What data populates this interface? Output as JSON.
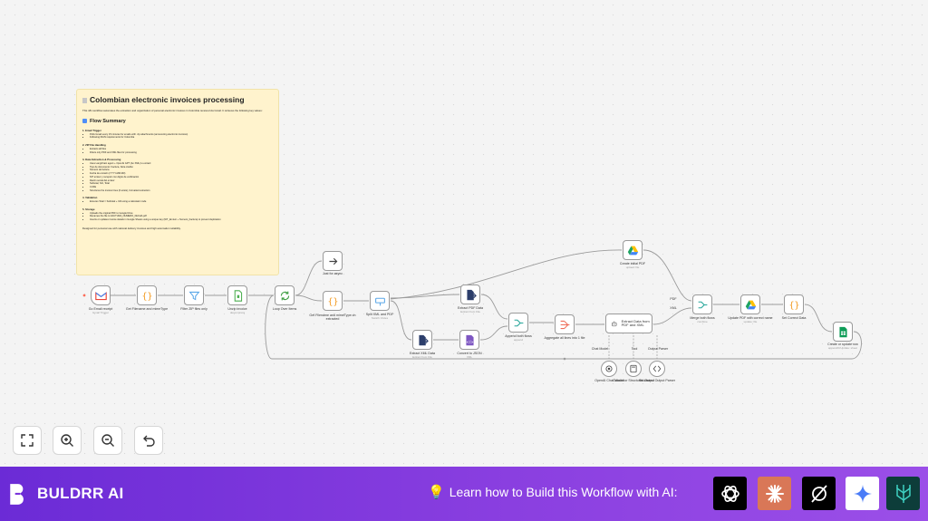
{
  "note": {
    "title": "Colombian electronic invoices processing",
    "intro": "This n8n workflow automates the extraction and organization of personal electronic invoices in Colombia received via Gmail. It retrieves the following key values:",
    "summary_heading": "Flow Summary",
    "sections": [
      {
        "heading": "1. Email Trigger",
        "items": [
          "Polls Gmail every 15 minutes for emails with .zip attachments (announcing electronic invoices)",
          "Following DIAN requirements for Colombia"
        ]
      },
      {
        "heading": "2. ZIP File Handling",
        "items": [
          "Extracts all files",
          "Filters only PDF and XML files for processing"
        ]
      },
      {
        "heading": "3. Data Extraction & Processing",
        "items": [
          "Uses LangChain agent + OpenAI GPT (An XML) to extract:",
          "Tipo de documento: Factura, Nota crédito",
          "Número de factura",
          "Fecha de emisión (YYYY-MM-DD)",
          "NIT emisor y receptor con dígito de verificación",
          "Razón social del emisor",
          "Subtotal, IVA, Total",
          "CUFE",
          "Structures the invoice lines (if exists), formatted extraction"
        ]
      },
      {
        "heading": "4. Validation",
        "items": [
          "Ensures Total = Subtotal + IVA using a calculator node"
        ]
      },
      {
        "heading": "5. Storage",
        "items": [
          "Uploads the original PDF to Google Drive",
          "Renames the file to FACTURA_NUMERO_FECHA.pdf",
          "Inserts or updates invoice details in Google Sheets using a unique key (NIT_Emisor + Numero_Factura) to prevent duplication"
        ]
      }
    ],
    "footer": "Designed for personal use with national delivery invoices and high automation reliability."
  },
  "nodes": {
    "gmail": {
      "label": "Go Email receipt",
      "sub": "Gmail Trigger"
    },
    "get_filename": {
      "label": "Get Filename and mimeType",
      "sub": ""
    },
    "filter_zip": {
      "label": "Filter ZIP files only",
      "sub": ""
    },
    "unzip": {
      "label": "Unzip invoice",
      "sub": "decompress"
    },
    "loop": {
      "label": "Loop Over Items",
      "sub": ""
    },
    "wait": {
      "label": "Just for async",
      "sub": ""
    },
    "get_filename2": {
      "label": "Get Filename and mimeType on extracted",
      "sub": ""
    },
    "split": {
      "label": "Split XML and PDF",
      "sub": "Switch: Rules"
    },
    "extract_pdf": {
      "label": "Extract PDF Data",
      "sub": "Extract from File"
    },
    "extract_xml": {
      "label": "Extract XML Data",
      "sub": "Extract from File"
    },
    "convert_json": {
      "label": "Convert to JSON",
      "sub": "XML"
    },
    "append": {
      "label": "Append both flows",
      "sub": "append"
    },
    "aggregate": {
      "label": "Aggregate all lines into 1 file",
      "sub": ""
    },
    "agent": {
      "label": "Extract Data from PDF and XML",
      "sub": ""
    },
    "openai": {
      "label": "OpenAI Chat Model",
      "sub": ""
    },
    "calculator": {
      "label": "Calculator Structured Output",
      "sub": ""
    },
    "parser": {
      "label": "Structured Output Parser",
      "sub": ""
    },
    "create_pdf": {
      "label": "Create initial PDF",
      "sub": "upload: file"
    },
    "merge": {
      "label": "Merge both flows",
      "sub": "combine"
    },
    "update_pdf": {
      "label": "Update PDF with correct name",
      "sub": "update: file"
    },
    "set_data": {
      "label": "Set Correct Data",
      "sub": ""
    },
    "sheets": {
      "label": "Create or update row",
      "sub": "appendOrUpdate: sheet"
    }
  },
  "port_labels": {
    "chat_model": "Chat Model",
    "tool": "Tool",
    "output_parser": "Output Parser",
    "pdf": "PDF",
    "xml": "XML"
  },
  "controls": [
    "fit-view",
    "zoom-in",
    "zoom-out",
    "undo"
  ],
  "banner": {
    "brand": "BULDRR AI",
    "cta": "Learn how to Build this Workflow with AI:",
    "tools": [
      {
        "name": "chatgpt",
        "color": "#000000"
      },
      {
        "name": "claude",
        "color": "#d97757"
      },
      {
        "name": "perplexity",
        "color": "#000000"
      },
      {
        "name": "gemini",
        "color": "#ffffff"
      },
      {
        "name": "perplexity-alt",
        "color": "#0d3d3a"
      }
    ]
  },
  "colors": {
    "banner_start": "#6b2bd6",
    "banner_end": "#9b4fe8",
    "note_bg": "#fff3cd"
  }
}
